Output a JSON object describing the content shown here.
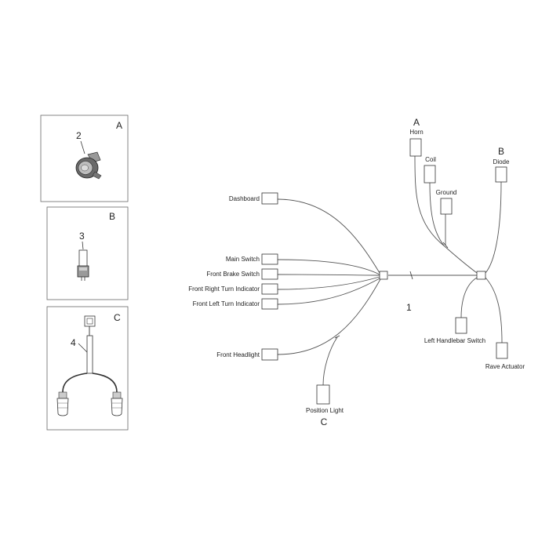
{
  "panels": {
    "a": {
      "letter": "A",
      "number": "2"
    },
    "b": {
      "letter": "B",
      "number": "3"
    },
    "c": {
      "letter": "C",
      "number": "4"
    }
  },
  "harness": {
    "number": "1",
    "connectors": {
      "dashboard": "Dashboard",
      "main_switch": "Main Switch",
      "front_brake_switch": "Front Brake Switch",
      "front_right_turn": "Front Right Turn Indicator",
      "front_left_turn": "Front Left Turn Indicator",
      "front_headlight": "Front Headlight",
      "position_light": "Position Light",
      "horn": "Horn",
      "coil": "Coil",
      "ground": "Ground",
      "diode": "Diode",
      "left_handlebar_switch": "Left Handlebar Switch",
      "rave_actuator": "Rave Actuator"
    },
    "refs": {
      "horn": "A",
      "diode": "B",
      "position_light": "C"
    }
  }
}
